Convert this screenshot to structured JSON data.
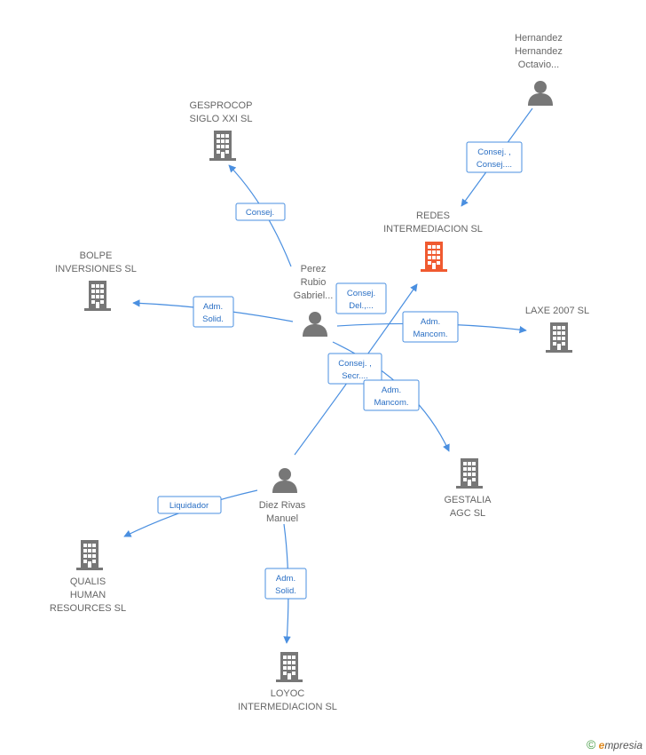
{
  "colors": {
    "edge": "#4a8fe0",
    "company": "#777777",
    "focus_company": "#f05a30",
    "person": "#777777"
  },
  "people": {
    "hernandez": {
      "icon": "person-icon",
      "lines": [
        "Hernandez",
        "Hernandez",
        "Octavio..."
      ]
    },
    "perez": {
      "icon": "person-icon",
      "lines": [
        "Perez",
        "Rubio",
        "Gabriel..."
      ]
    },
    "diez": {
      "icon": "person-icon",
      "lines": [
        "Diez Rivas",
        "Manuel"
      ]
    }
  },
  "companies": {
    "gesprocop": {
      "icon": "building-icon",
      "lines": [
        "GESPROCOP",
        "SIGLO XXI SL"
      ]
    },
    "redes": {
      "icon": "building-icon",
      "focus": true,
      "lines": [
        "REDES",
        "INTERMEDIACION SL"
      ]
    },
    "bolpe": {
      "icon": "building-icon",
      "lines": [
        "BOLPE",
        "INVERSIONES SL"
      ]
    },
    "laxe": {
      "icon": "building-icon",
      "lines": [
        "LAXE 2007 SL"
      ]
    },
    "gestalia": {
      "icon": "building-icon",
      "lines": [
        "GESTALIA",
        "AGC SL"
      ]
    },
    "qualis": {
      "icon": "building-icon",
      "lines": [
        "QUALIS",
        "HUMAN",
        "RESOURCES SL"
      ]
    },
    "loyoc": {
      "icon": "building-icon",
      "lines": [
        "LOYOC",
        "INTERMEDIACION SL"
      ]
    }
  },
  "relations": [
    {
      "id": "hernandez-redes",
      "lines": [
        "Consej. ,",
        "Consej...."
      ]
    },
    {
      "id": "perez-gesprocop",
      "lines": [
        "Consej."
      ]
    },
    {
      "id": "perez-bolpe",
      "lines": [
        "Adm.",
        "Solid."
      ]
    },
    {
      "id": "perez-redes",
      "lines": [
        "Consej.",
        "Del.,..."
      ]
    },
    {
      "id": "perez-laxe",
      "lines": [
        "Adm.",
        "Mancom."
      ]
    },
    {
      "id": "diez-redes",
      "lines": [
        "Consej. ,",
        "Secr...."
      ]
    },
    {
      "id": "perez-gestalia",
      "lines": [
        "Adm.",
        "Mancom."
      ]
    },
    {
      "id": "diez-qualis",
      "lines": [
        "Liquidador"
      ]
    },
    {
      "id": "diez-loyoc",
      "lines": [
        "Adm.",
        "Solid."
      ]
    }
  ],
  "footer": {
    "copyright": "©",
    "brand_initial": "e",
    "brand_rest": "mpresia"
  }
}
